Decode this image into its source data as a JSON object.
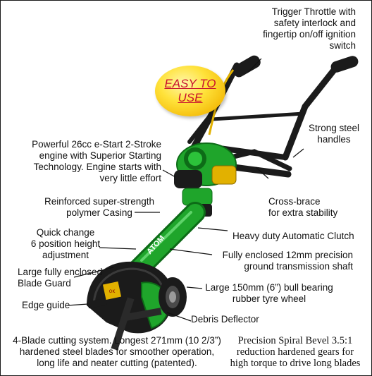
{
  "badge": {
    "line1": "EASY TO",
    "line2": "USE"
  },
  "product": {
    "brand": "ATOM"
  },
  "labels": {
    "trigger": [
      "Trigger Throttle with",
      "safety interlock and",
      "fingertip on/off ignition",
      "switch"
    ],
    "handles": [
      "Strong steel",
      "handles"
    ],
    "engine": [
      "Powerful 26cc e-Start 2-Stroke",
      "engine with Superior Starting",
      "Technology. Engine starts with",
      "very little effort"
    ],
    "crossbrace": [
      "Cross-brace",
      "for extra stability"
    ],
    "casing": [
      "Reinforced super-strength",
      "polymer Casing"
    ],
    "clutch": [
      "Heavy duty Automatic Clutch"
    ],
    "height": [
      "Quick change",
      "6 position height",
      "adjustment"
    ],
    "shaft": [
      "Fully enclosed 12mm precision",
      "ground transmission shaft"
    ],
    "blade_guard": [
      "Large fully enclosed",
      "Blade Guard"
    ],
    "wheel": [
      "Large 150mm (6”) bull bearing",
      "rubber tyre wheel"
    ],
    "edge_guide": [
      "Edge guide"
    ],
    "debris": [
      "Debris Deflector"
    ],
    "blades": [
      "4-Blade cutting system. Longest 271mm (10 2/3”)",
      "hardened steel blades for smoother operation,",
      "long life and neater cutting (patented)."
    ],
    "gears": [
      "Precision Spiral Bevel 3.5:1",
      "reduction hardened gears for",
      "high torque to drive long blades"
    ]
  },
  "colors": {
    "green": "#1fa52b",
    "dark_green": "#0d6b17",
    "black": "#1b1b1b",
    "badge_text": "#c8102e"
  }
}
